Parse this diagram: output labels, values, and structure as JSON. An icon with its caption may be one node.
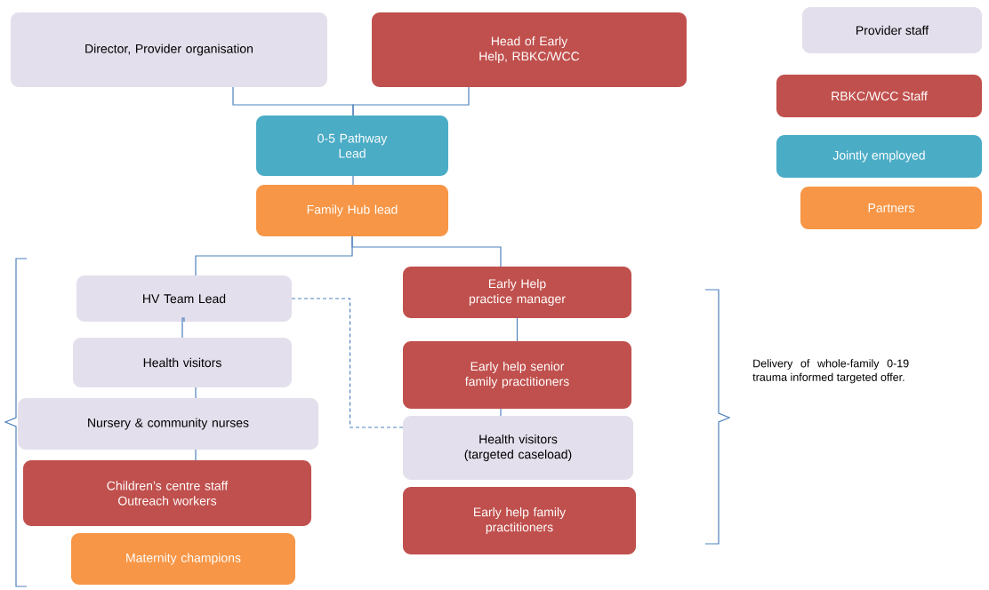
{
  "diagram": {
    "nodes": [
      {
        "text": [
          "Director, Provider organisation"
        ]
      },
      {
        "text": [
          "Head of Early Help, RBKC/WCC"
        ]
      },
      {
        "text": [
          "0-5 Pathway Lead"
        ]
      },
      {
        "text": [
          "Family Hub lead"
        ]
      },
      {
        "text": [
          "HV Team Lead"
        ]
      },
      {
        "text": [
          "Health visitors"
        ]
      },
      {
        "text": [
          "Nursery & community nurses"
        ]
      },
      {
        "text": [
          "Children’s centre staff Outreach workers"
        ]
      },
      {
        "text": [
          "Maternity champions"
        ]
      },
      {
        "text": [
          "Early Help practice manager"
        ]
      },
      {
        "text": [
          "Early help senior family practitioners"
        ]
      },
      {
        "text": [
          "Health visitors (targeted caseload)"
        ]
      },
      {
        "text": [
          "Early help family practitioners"
        ]
      }
    ],
    "edges": [
      {
        "from": 0,
        "to": 2,
        "arrow": "none"
      },
      {
        "from": 1,
        "to": 2,
        "arrow": "none"
      },
      {
        "from": 2,
        "to": 3,
        "arrow": "none"
      },
      {
        "from": 3,
        "to": 4,
        "arrow": "none"
      },
      {
        "from": 3,
        "to": 9,
        "arrow": "none"
      },
      {
        "from": 4,
        "to": 5,
        "arrow": "none"
      },
      {
        "from": 5,
        "to": 6,
        "arrow": "none"
      },
      {
        "from": 6,
        "to": 7,
        "arrow": "none"
      },
      {
        "from": 9,
        "to": 10,
        "arrow": "none"
      },
      {
        "from": 10,
        "to": 11,
        "arrow": "none"
      },
      {
        "from": 4,
        "to": 11,
        "arrow": "none",
        "style": "dashed"
      }
    ],
    "labels": [
      "Delivery of whole-family 0-19 trauma informed targeted offer."
    ],
    "legend": [
      {
        "text": "Provider staff",
        "color": "#e4dfec"
      },
      {
        "text": "RBKC/WCC Staff",
        "color": "#c0504d"
      },
      {
        "text": "Jointly employed",
        "color": "#4bacc6"
      },
      {
        "text": "Partners",
        "color": "#f79646"
      }
    ]
  }
}
